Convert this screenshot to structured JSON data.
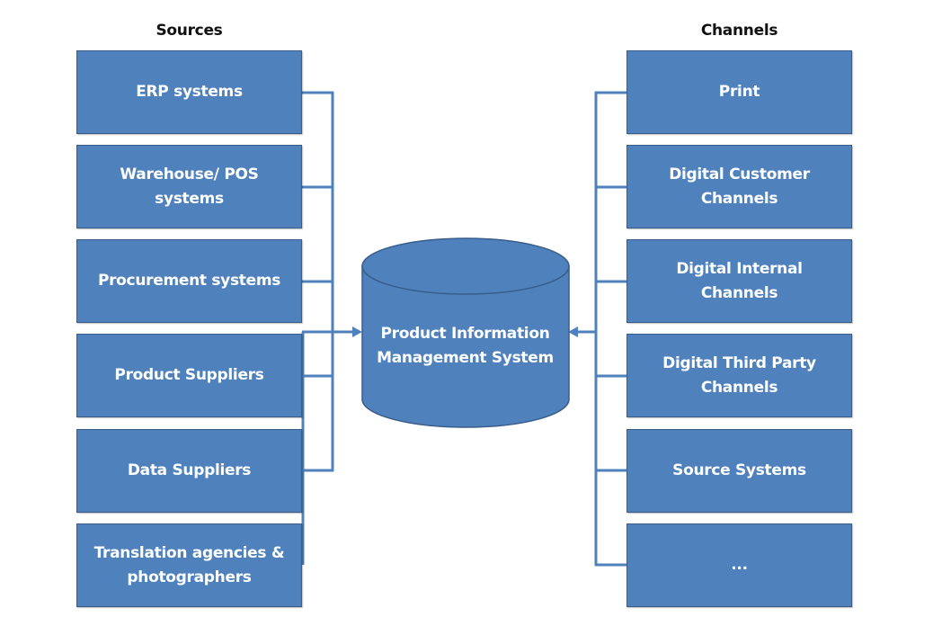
{
  "diagram": {
    "sources_heading": "Sources",
    "channels_heading": "Channels",
    "central_system": {
      "label_line1": "Product Information",
      "label_line2": "Management System",
      "shape": "cylinder"
    },
    "sources": [
      {
        "label": "ERP systems"
      },
      {
        "label": "Warehouse/ POS systems"
      },
      {
        "label": "Procurement systems"
      },
      {
        "label": "Product Suppliers"
      },
      {
        "label": "Data Suppliers"
      },
      {
        "label": "Translation agencies & photographers"
      }
    ],
    "channels": [
      {
        "label": "Print"
      },
      {
        "label": "Digital Customer Channels"
      },
      {
        "label": "Digital Internal Channels"
      },
      {
        "label": "Digital Third Party Channels"
      },
      {
        "label": "Source Systems"
      },
      {
        "label": "..."
      }
    ],
    "flows": [
      {
        "from": "sources",
        "to": "central_system",
        "direction": "arrow-right"
      },
      {
        "from": "channels",
        "to": "central_system",
        "direction": "arrow-left"
      }
    ],
    "colors": {
      "box_fill": "#4f81bd",
      "box_border": "#385d8a",
      "connector": "#4f81bd",
      "text_on_box": "#ffffff",
      "heading_text": "#111111"
    }
  }
}
